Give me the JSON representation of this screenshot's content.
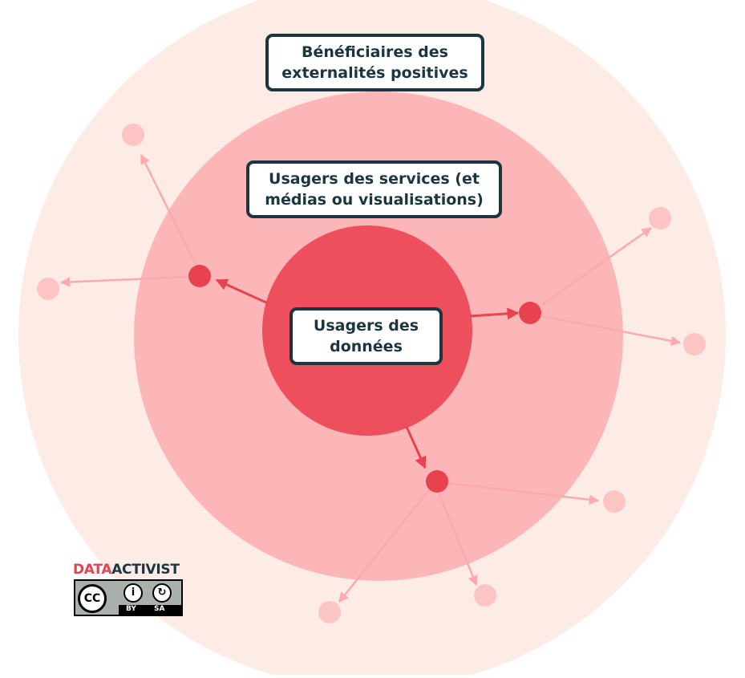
{
  "labels": {
    "outer": [
      "Bénéficiaires des",
      "externalités positives"
    ],
    "middle": [
      "Usagers des services (et",
      "médias ou visualisations)"
    ],
    "inner": [
      "Usagers des",
      "données"
    ]
  },
  "logo": {
    "wordmark_part1": "DATA",
    "wordmark_part2": "ACTIVIST",
    "license_icon": "CC",
    "license_by": "BY",
    "license_sa": "SA"
  },
  "colors": {
    "outer_ring": "#fdebe6",
    "middle_ring": "#fdb6b8",
    "inner_core": "#ed4f5d",
    "primary_node": "#e8424f",
    "secondary_node": "#fdc4c4",
    "primary_arrow": "#e8424f",
    "secondary_arrow": "#fbaaae",
    "label_border": "#1c3640"
  }
}
